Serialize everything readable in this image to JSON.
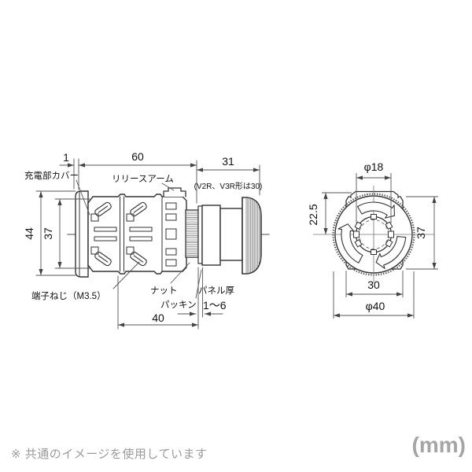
{
  "side_view": {
    "dims": {
      "cover_thickness": "1",
      "body_length": "60",
      "button_length": "31",
      "button_note": "(V2R、V3R形は30)",
      "flange_height": "44",
      "body_height": "37",
      "behind_panel": "40"
    },
    "labels": {
      "cover": "充電部カバー",
      "release_arm": "リリースアーム",
      "terminal_screw": "端子ねじ（M3.5）",
      "nut": "ナット",
      "packing": "パッキン",
      "panel_thickness": "パネル厚",
      "panel_range": "1〜6"
    }
  },
  "front_view": {
    "dims": {
      "button_hole": "φ18",
      "center_offset": "22.5",
      "body_height": "37",
      "body_width": "30",
      "cap_diameter": "φ40"
    }
  },
  "footer": {
    "note": "※ 共通のイメージを使用しています",
    "unit": "(mm)"
  },
  "colors": {
    "outline": "#333333",
    "dimension": "#444444",
    "centerline": "#999999",
    "muted_text": "#9b9b9b"
  }
}
